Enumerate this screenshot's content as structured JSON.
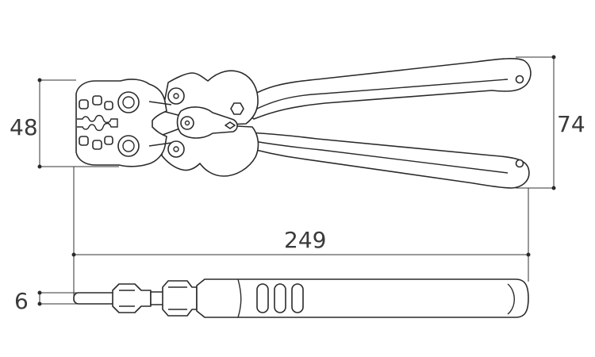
{
  "dimensions": {
    "jaw_height": "48",
    "overall_height": "74",
    "overall_length": "249",
    "thickness": "6"
  },
  "colors": {
    "line": "#2a2a2a",
    "background": "#ffffff"
  }
}
